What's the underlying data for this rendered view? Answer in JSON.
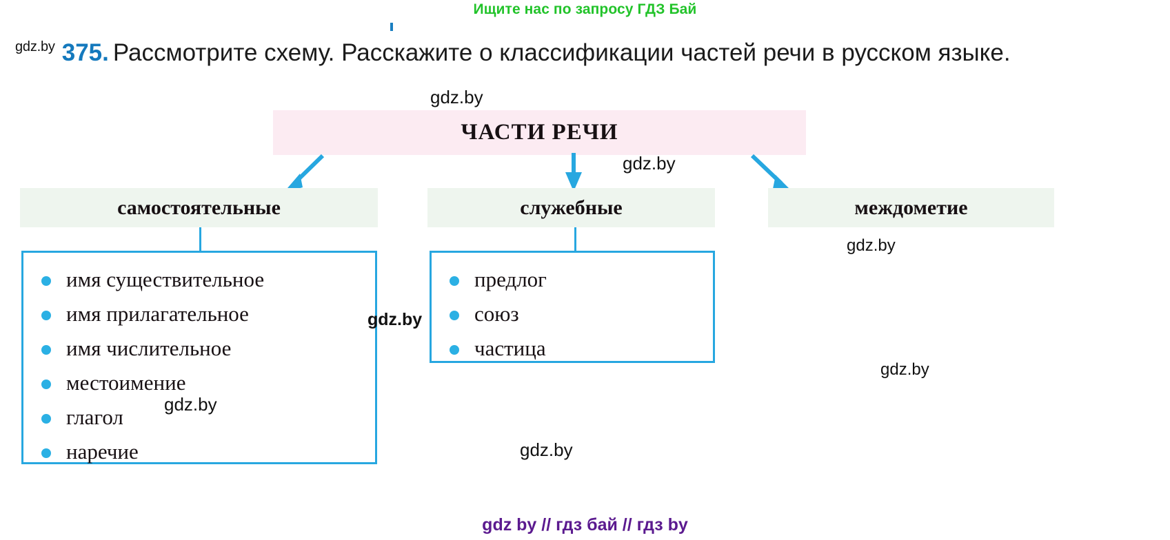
{
  "banner": {
    "text": "Ищите нас по запросу ГДЗ Бай",
    "color": "#22c32a"
  },
  "exercise": {
    "watermark_prefix": "gdz.by",
    "number": "375.",
    "number_color": "#1479bd",
    "text": "Рассмотрите схему. Расскажите о классификации частей речи в русском языке."
  },
  "diagram": {
    "root": {
      "label": "ЧАСТИ РЕЧИ",
      "bg": "#fcebf2"
    },
    "categories": [
      {
        "label": "самостоятельные",
        "bg": "#eef5ee"
      },
      {
        "label": "служебные",
        "bg": "#eef5ee"
      },
      {
        "label": "междометие",
        "bg": "#eef5ee"
      }
    ],
    "lists": [
      {
        "owner": "самостоятельные",
        "border": "#27a7e0",
        "items": [
          "имя существительное",
          "имя прилагательное",
          "имя числительное",
          "местоимение",
          "глагол",
          "наречие"
        ]
      },
      {
        "owner": "служебные",
        "border": "#27a7e0",
        "items": [
          "предлог",
          "союз",
          "частица"
        ]
      }
    ],
    "arrow_color": "#27a7e0"
  },
  "watermarks": [
    "gdz.by",
    "gdz.by",
    "gdz.by",
    "gdz.by",
    "gdz.by",
    "gdz.by",
    "gdz.by"
  ],
  "footer": {
    "text": "gdz by  //  гдз бай  //  гдз by",
    "color": "#5b1a8f"
  }
}
